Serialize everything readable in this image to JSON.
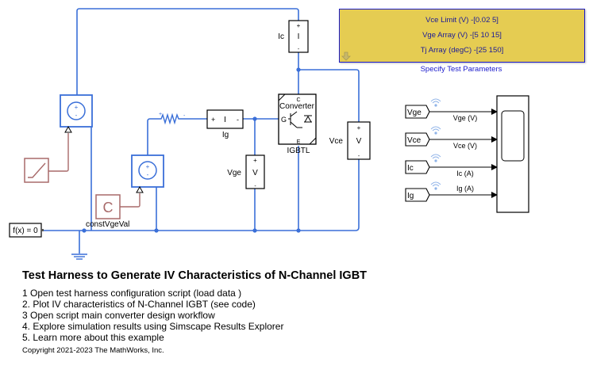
{
  "annotation": {
    "lines": [
      "Vce Limit (V) -[0.02 5]",
      "Vge Array (V) -[5 10 15]",
      "Tj Array (degC) -[25  150]"
    ],
    "label": "Specify Test Parameters",
    "background": "#e5cc52",
    "border": "#1a1acc"
  },
  "blocks": {
    "current_sensor_ic": {
      "label": "Ic",
      "glyph": "I",
      "plus": "+",
      "minus": "-"
    },
    "current_sensor_ig": {
      "label": "Ig",
      "glyph": "I",
      "plus": "+",
      "minus": "-"
    },
    "voltage_sensor_vge": {
      "label": "Vge",
      "glyph": "V",
      "plus": "+",
      "minus": "-"
    },
    "voltage_sensor_vce": {
      "label": "Vce",
      "glyph": "V",
      "plus": "+",
      "minus": "-"
    },
    "igbt": {
      "label": "IGBTL",
      "inner_label": "Converter",
      "port_c": "C",
      "port_g": "G",
      "port_e": "E"
    },
    "constant": {
      "glyph": "C",
      "label": "constVgeVal"
    },
    "solver": {
      "label": "f(x) = 0"
    },
    "voltage_source_collector": {
      "plus": "+",
      "minus": "-"
    },
    "voltage_source_gate": {
      "plus": "+",
      "minus": "-"
    },
    "resistor": {
      "plus": "+",
      "minus": "-"
    }
  },
  "signals": [
    {
      "from": "Vge",
      "line_label": "Vge (V)"
    },
    {
      "from": "Vce",
      "line_label": "Vce (V)"
    },
    {
      "from": "Ic",
      "line_label": "Ic (A)"
    },
    {
      "from": "Ig",
      "line_label": "Ig (A)"
    }
  ],
  "colors": {
    "physical_line": "#3a6fd8",
    "signal_line": "#a86a6a",
    "block_border": "#000000"
  },
  "doc": {
    "title": "Test Harness to Generate IV Characteristics of N-Channel IGBT",
    "steps": [
      "1  Open test harness configuration script (load data )",
      "2. Plot IV characteristics of N-Channel IGBT (see code)",
      "3  Open script main converter design workflow",
      "4. Explore simulation results using Simscape Results Explorer",
      "5. Learn more about this example"
    ],
    "copyright": "Copyright 2021-2023 The MathWorks, Inc."
  }
}
